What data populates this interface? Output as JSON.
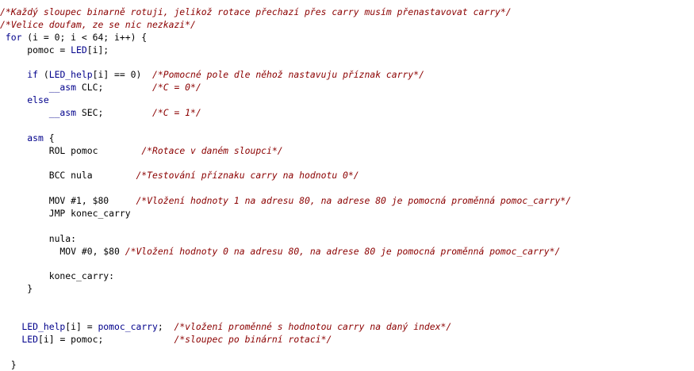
{
  "editor": {
    "lines": [
      [
        {
          "t": "c",
          "s": "/*Každý sloupec binarně rotuji, jelikož rotace přechazí přes carry musím přenastavovat carry*/"
        }
      ],
      [
        {
          "t": "c",
          "s": "/*Velice doufam, ze se nic nezkazi*/"
        }
      ],
      [
        {
          "t": "k",
          "s": " for"
        },
        {
          "t": "n",
          "s": " (i = 0; i < 64; i++) {"
        }
      ],
      [
        {
          "t": "n",
          "s": "     pomoc = "
        },
        {
          "t": "k",
          "s": "LED"
        },
        {
          "t": "n",
          "s": "[i];"
        }
      ],
      [
        {
          "t": "n",
          "s": ""
        }
      ],
      [
        {
          "t": "k",
          "s": "     if"
        },
        {
          "t": "n",
          "s": " ("
        },
        {
          "t": "k",
          "s": "LED_help"
        },
        {
          "t": "n",
          "s": "[i] == 0)  "
        },
        {
          "t": "c",
          "s": "/*Pomocné pole dle něhož nastavuju příznak carry*/"
        }
      ],
      [
        {
          "t": "k",
          "s": "         __asm"
        },
        {
          "t": "n",
          "s": " CLC;         "
        },
        {
          "t": "c",
          "s": "/*C = 0*/"
        }
      ],
      [
        {
          "t": "k",
          "s": "     else"
        }
      ],
      [
        {
          "t": "k",
          "s": "         __asm"
        },
        {
          "t": "n",
          "s": " SEC;         "
        },
        {
          "t": "c",
          "s": "/*C = 1*/"
        }
      ],
      [
        {
          "t": "n",
          "s": ""
        }
      ],
      [
        {
          "t": "k",
          "s": "     asm"
        },
        {
          "t": "n",
          "s": " {"
        }
      ],
      [
        {
          "t": "n",
          "s": "         ROL pomoc        "
        },
        {
          "t": "c",
          "s": "/*Rotace v daném sloupci*/"
        }
      ],
      [
        {
          "t": "n",
          "s": ""
        }
      ],
      [
        {
          "t": "n",
          "s": "         BCC nula        "
        },
        {
          "t": "c",
          "s": "/*Testování příznaku carry na hodnotu 0*/"
        }
      ],
      [
        {
          "t": "n",
          "s": ""
        }
      ],
      [
        {
          "t": "n",
          "s": "         MOV #1, $80     "
        },
        {
          "t": "c",
          "s": "/*Vložení hodnoty 1 na adresu 80, na adrese 80 je pomocná proměnná pomoc_carry*/"
        }
      ],
      [
        {
          "t": "n",
          "s": "         JMP konec_carry"
        }
      ],
      [
        {
          "t": "n",
          "s": ""
        }
      ],
      [
        {
          "t": "n",
          "s": "         nula:"
        }
      ],
      [
        {
          "t": "n",
          "s": "           MOV #0, $80 "
        },
        {
          "t": "c",
          "s": "/*Vložení hodnoty 0 na adresu 80, na adrese 80 je pomocná proměnná pomoc_carry*/"
        }
      ],
      [
        {
          "t": "n",
          "s": ""
        }
      ],
      [
        {
          "t": "n",
          "s": "         konec_carry:"
        }
      ],
      [
        {
          "t": "n",
          "s": "     }"
        }
      ],
      [
        {
          "t": "n",
          "s": ""
        }
      ],
      [
        {
          "t": "n",
          "s": ""
        }
      ],
      [
        {
          "t": "k",
          "s": "    LED_help"
        },
        {
          "t": "n",
          "s": "[i] = "
        },
        {
          "t": "k",
          "s": "pomoc_carry"
        },
        {
          "t": "n",
          "s": ";  "
        },
        {
          "t": "c",
          "s": "/*vložení proměnné s hodnotou carry na daný index*/"
        }
      ],
      [
        {
          "t": "k",
          "s": "    LED"
        },
        {
          "t": "n",
          "s": "[i] = pomoc;             "
        },
        {
          "t": "c",
          "s": "/*sloupec po binární rotaci*/"
        }
      ],
      [
        {
          "t": "n",
          "s": ""
        }
      ],
      [
        {
          "t": "n",
          "s": "  }"
        }
      ]
    ]
  }
}
